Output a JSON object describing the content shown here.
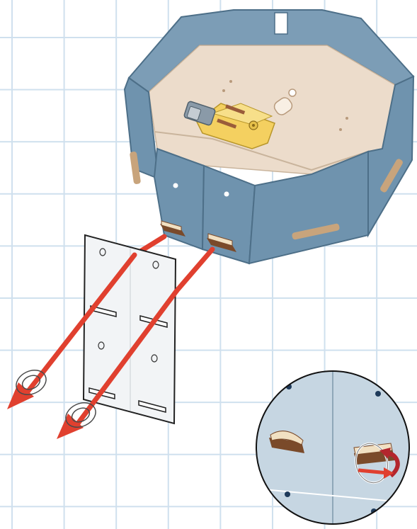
{
  "figure": {
    "description_icons": [
      "enclosure-box",
      "circuit-board",
      "battery-holder",
      "mounting-plate",
      "rubber-band",
      "removal-arrow",
      "detail-magnifier"
    ]
  },
  "colors": {
    "grid": "#cfe0ee",
    "enclosure_wall": "#6f93ae",
    "enclosure_edge": "#4d6f88",
    "floor": "#ecdccb",
    "board": "#f4d060",
    "arrow": "#e0402f",
    "plate": "#f2f4f6",
    "detail_bg": "#c6d6e2",
    "rotate_arrow": "#b3262d"
  }
}
